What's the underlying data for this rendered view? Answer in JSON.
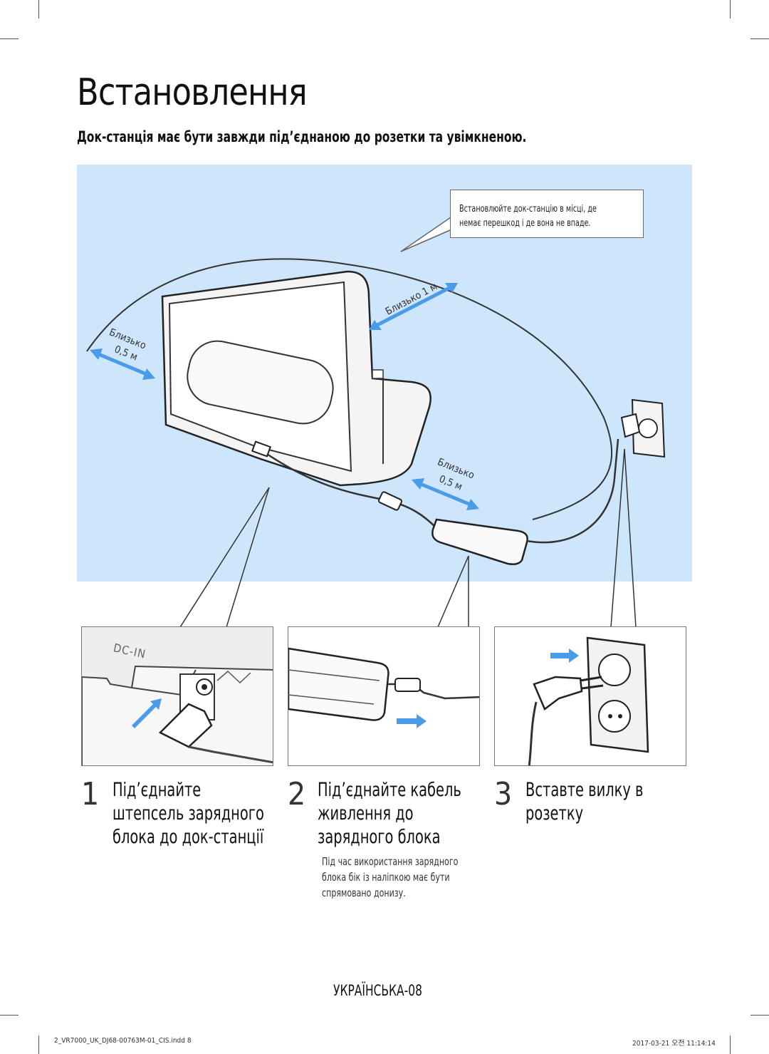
{
  "title": "Встановлення",
  "subtitle": "Док-станція має бути завжди під’єднаною до розетки та увімкненою.",
  "hero": {
    "callout_lines": [
      "Встановлюйте док-станцію в місці, де",
      "немає перешкод і де вона не впаде."
    ],
    "left_label_1": "Близько",
    "left_label_2": "0,5 м",
    "top_label": "Близько 1 м",
    "right_label_1": "Близько",
    "right_label_2": "0,5 м"
  },
  "panels": {
    "dc_in_label": "DC-IN"
  },
  "steps": [
    {
      "number": "1",
      "lines": [
        "Під’єднайте",
        "штепсель зарядного",
        "блока до док-станції"
      ]
    },
    {
      "number": "2",
      "lines": [
        "Під’єднайте кабель",
        "живлення до",
        "зарядного блока"
      ]
    },
    {
      "number": "3",
      "lines": [
        "Вставте вилку в",
        "розетку"
      ]
    }
  ],
  "note_lines": [
    "Під час використання зарядного",
    "блока бік із наліпкою має бути",
    "спрямовано донизу."
  ],
  "page_label": "УКРАЇНСЬКА-08",
  "footer": {
    "file": "2_VR7000_UK_DJ68-00763M-01_CIS.indd   8",
    "datetime": "2017-03-21   오전 11:14:14"
  },
  "colors": {
    "hero_bg": "#cde6fb",
    "arrow_blue": "#4a9be8"
  }
}
